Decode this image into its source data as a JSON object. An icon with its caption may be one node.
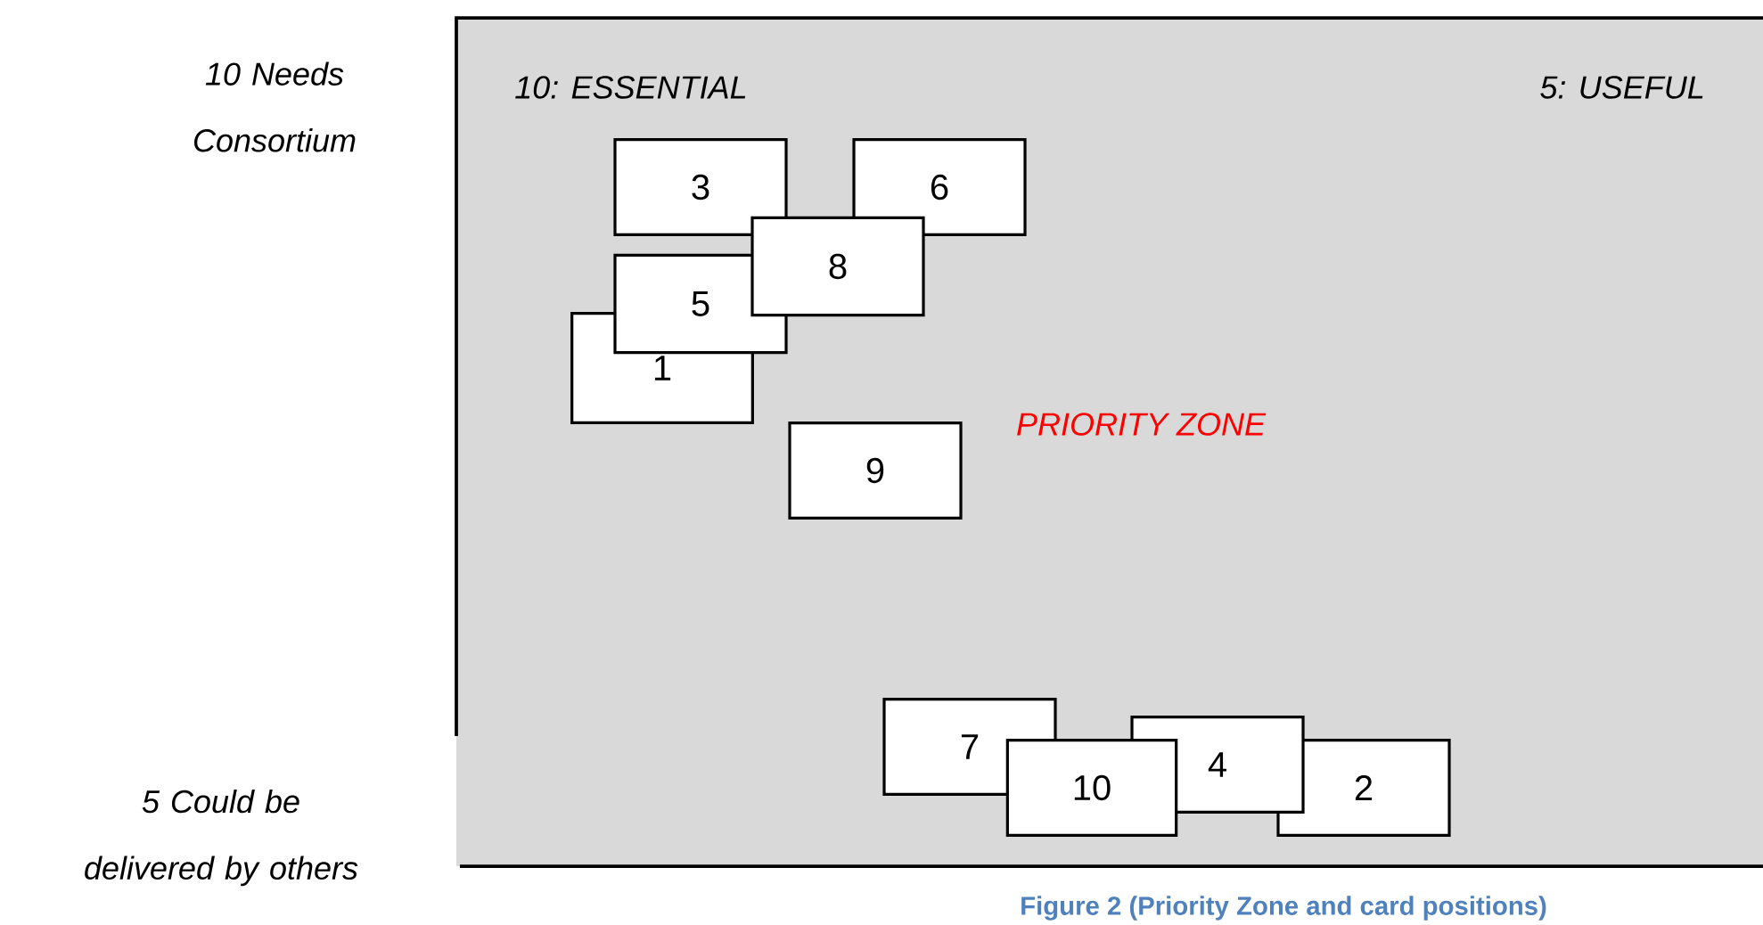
{
  "diagram": {
    "caption": "Figure 2 (Priority Zone and card positions)",
    "nodes": [
      {
        "text": [
          "10: ESSENTIAL",
          "5: USEFUL",
          "PRIORITY ZONE"
        ]
      },
      {
        "text": [
          "3"
        ],
        "in": 0
      },
      {
        "text": [
          "6"
        ],
        "in": 0
      },
      {
        "text": [
          "8"
        ],
        "in": 0
      },
      {
        "text": [
          "5"
        ],
        "in": 0
      },
      {
        "text": [
          "1"
        ],
        "in": 0
      },
      {
        "text": [
          "9"
        ],
        "in": 0
      },
      {
        "text": [
          "7"
        ],
        "in": 0
      },
      {
        "text": [
          "4"
        ],
        "in": 0
      },
      {
        "text": [
          "10"
        ],
        "in": 0
      },
      {
        "text": [
          "2"
        ],
        "in": 0
      }
    ],
    "edges": [],
    "labels": [
      "10 Needs Consortium",
      "5 Could be delivered by others"
    ]
  }
}
